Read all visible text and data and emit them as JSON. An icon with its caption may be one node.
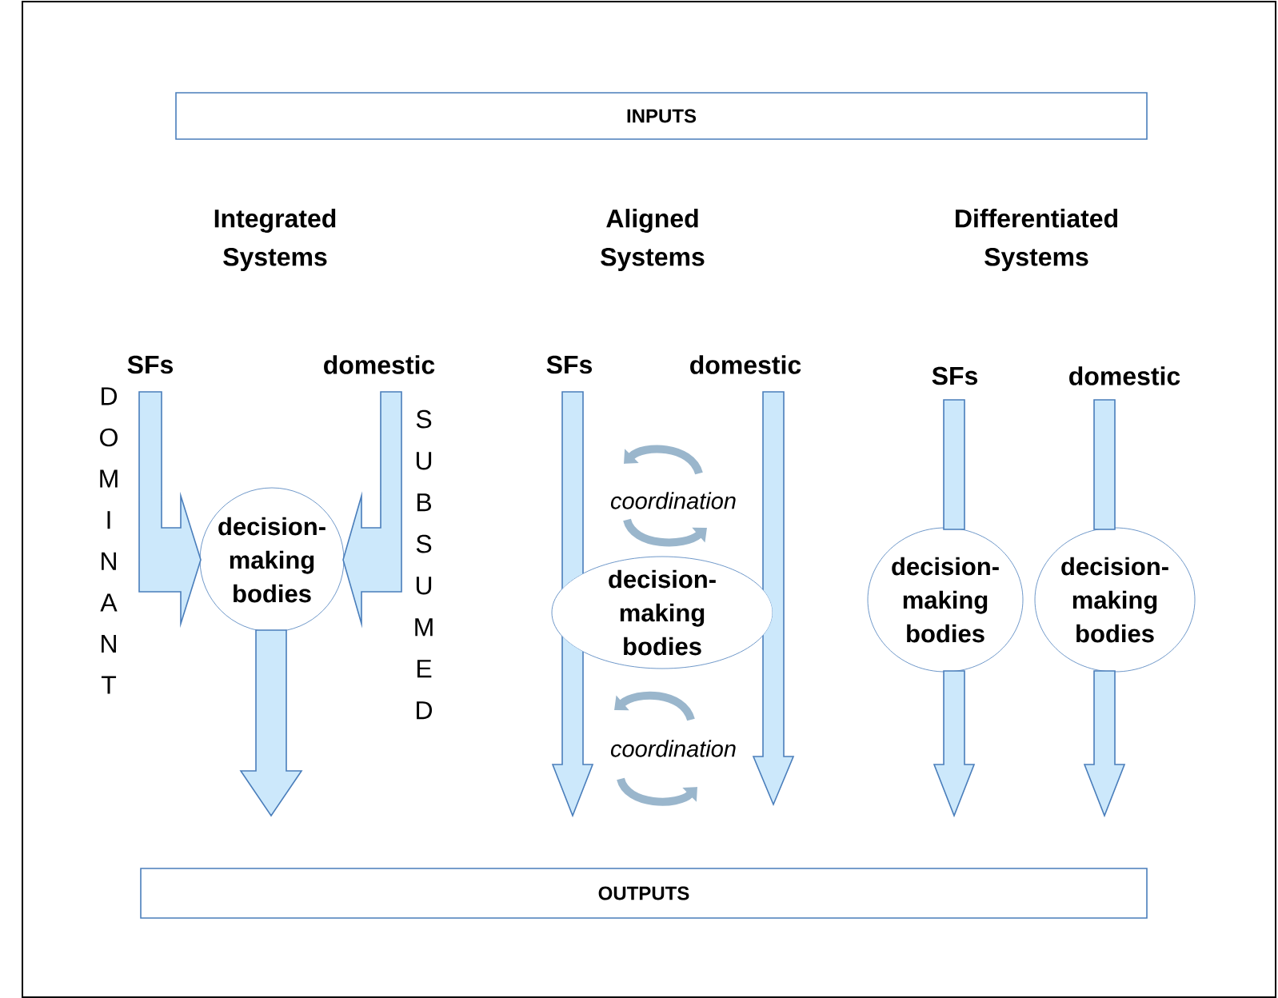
{
  "diagram": {
    "nodes": [
      {
        "text": [
          "INPUTS"
        ]
      },
      {
        "text": [
          "OUTPUTS"
        ]
      },
      {
        "text": [
          "decision-making bodies"
        ]
      },
      {
        "text": [
          "decision-making bodies"
        ]
      },
      {
        "text": [
          "decision-making bodies"
        ]
      },
      {
        "text": [
          "decision-making bodies"
        ]
      },
      {
        "text": [
          "SFs"
        ]
      },
      {
        "text": [
          "domestic"
        ]
      },
      {
        "text": [
          "SFs"
        ]
      },
      {
        "text": [
          "domestic"
        ]
      },
      {
        "text": [
          "SFs"
        ]
      },
      {
        "text": [
          "domestic"
        ]
      }
    ],
    "edges": [
      {
        "from": 6,
        "to": 2,
        "arrow": "to"
      },
      {
        "from": 7,
        "to": 2,
        "arrow": "to"
      },
      {
        "from": 2,
        "to": null,
        "arrow": "to"
      },
      {
        "from": 8,
        "to": null,
        "arrow": "to"
      },
      {
        "from": 9,
        "to": null,
        "arrow": "to"
      },
      {
        "from": 10,
        "to": 4,
        "arrow": "none"
      },
      {
        "from": 4,
        "to": null,
        "arrow": "to"
      },
      {
        "from": 11,
        "to": 5,
        "arrow": "none"
      },
      {
        "from": 5,
        "to": null,
        "arrow": "to"
      }
    ],
    "labels": [
      "Integrated Systems",
      "Aligned Systems",
      "Differentiated Systems",
      "DOMINANT",
      "SUBSUMED",
      "coordination",
      "coordination"
    ]
  }
}
